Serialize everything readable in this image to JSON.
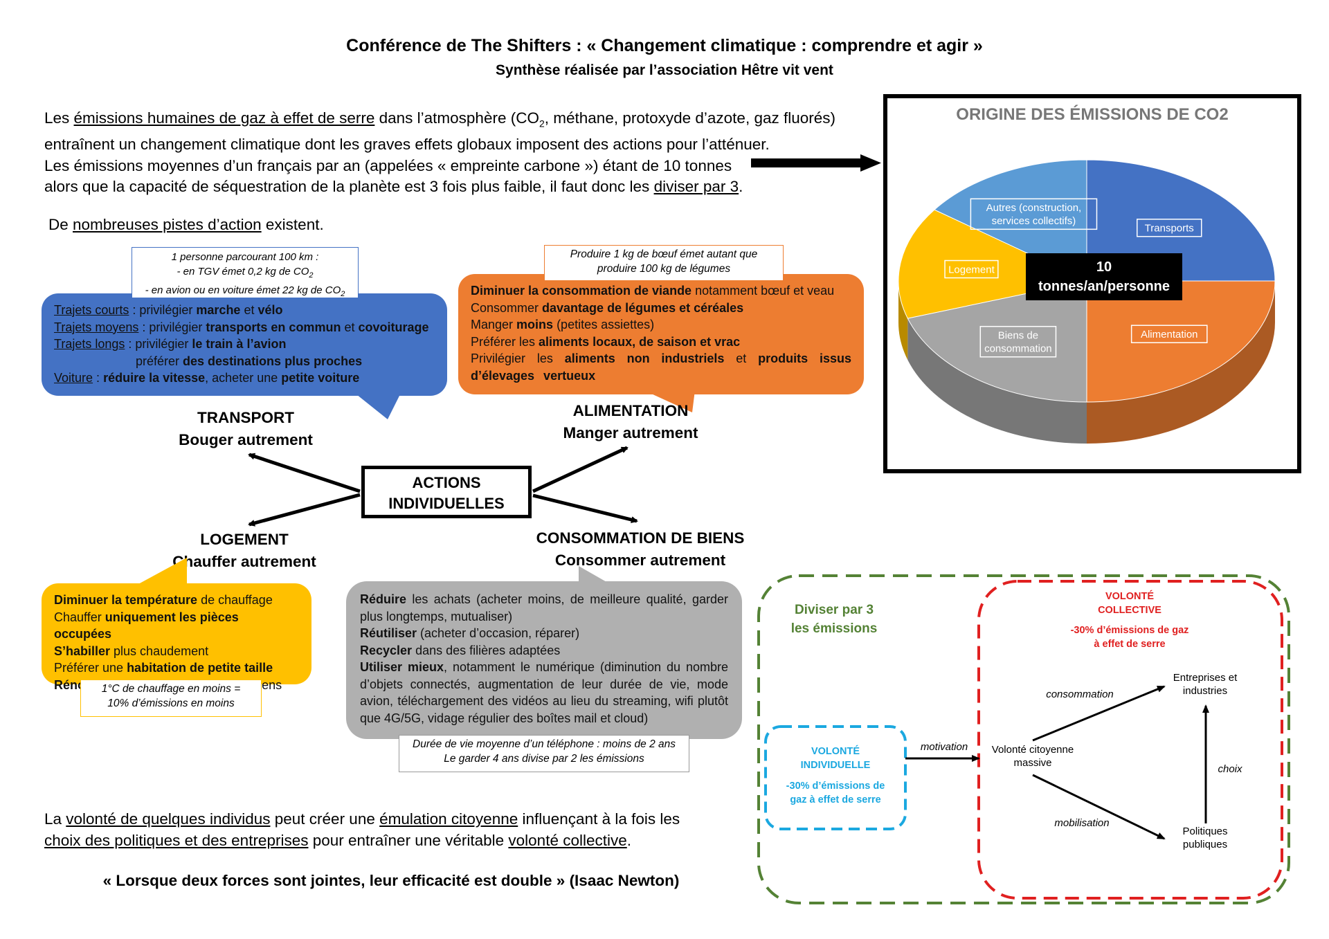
{
  "title": "Conférence de The Shifters : « Changement climatique : comprendre et agir »",
  "subtitle": "Synthèse réalisée par l’association Hêtre vit vent",
  "intro": {
    "l1_a": "Les ",
    "l1_u": "émissions humaines de gaz à effet de serre",
    "l1_b": " dans l’atmosphère (CO",
    "l1_sub": "2",
    "l1_c": ", méthane, protoxyde d’azote, gaz fluorés)",
    "l2": "entraînent un changement climatique dont les graves effets globaux imposent des actions pour l’atténuer.",
    "l3": "Les émissions moyennes d’un français par an (appelées « empreinte carbone ») étant de 10 tonnes",
    "l4_a": "alors que la capacité de séquestration de la planète est 3 fois plus faible, il faut donc les ",
    "l4_u": "diviser par 3",
    "l4_b": ".",
    "l5_a": "De ",
    "l5_u": "nombreuses pistes d’action",
    "l5_b": " existent."
  },
  "transport": {
    "note_l1": "1 personne parcourant 100 km :",
    "note_l2": "- en TGV émet 0,2 kg de CO",
    "note_l3": "- en avion ou en voiture émet 22 kg de CO",
    "sub2": "2",
    "r1_u": "Trajets courts",
    "r1_a": " : privilégier ",
    "r1_b": "marche",
    "r1_c": " et ",
    "r1_d": "vélo",
    "r2_u": "Trajets moyens",
    "r2_a": " : privilégier ",
    "r2_b": "transports en commun",
    "r2_c": " et ",
    "r2_d": "covoiturage",
    "r3_u": "Trajets longs",
    "r3_a": " : privilégier ",
    "r3_b": "le train à l’avion",
    "r4_a": "préférer ",
    "r4_b": "des destinations plus proches",
    "r5_u": "Voiture",
    "r5_a": " : ",
    "r5_b": "réduire la vitesse",
    "r5_c": ", acheter une ",
    "r5_d": "petite voiture",
    "cat_l1": "TRANSPORT",
    "cat_l2": "Bouger autrement"
  },
  "alimentation": {
    "note_l1": "Produire 1 kg de bœuf émet autant que",
    "note_l2": "produire 100 kg de légumes",
    "r1_b": "Diminuer la consommation de viande",
    "r1_a": " notamment bœuf et veau",
    "r2_a": "Consommer ",
    "r2_b": "davantage de légumes et céréales",
    "r3_a": "Manger ",
    "r3_b": "moins",
    "r3_c": " (petites assiettes)",
    "r4_a": "Préférer les ",
    "r4_b": "aliments locaux, de saison et vrac",
    "r5_a": "Privilégier les ",
    "r5_b": "aliments non industriels",
    "r5_c": " et ",
    "r5_d": "produits issus d’élevages vertueux",
    "cat_l1": "ALIMENTATION",
    "cat_l2": "Manger autrement"
  },
  "center": {
    "l1": "ACTIONS",
    "l2": "INDIVIDUELLES"
  },
  "logement": {
    "cat_l1": "LOGEMENT",
    "cat_l2": "Chauffer autrement",
    "r1_b": "Diminuer la température",
    "r1_a": " de chauffage",
    "r2_a": "Chauffer ",
    "r2_b": "uniquement les pièces occupées",
    "r3_b": "S’habiller",
    "r3_a": " plus chaudement",
    "r4_a": "Préférer une ",
    "r4_b": "habitation de petite taille",
    "r5_b": "Rénover et isoler",
    "r5_a": " les logements anciens",
    "note_l1": "1°C de chauffage en moins =",
    "note_l2": "10% d’émissions en moins"
  },
  "biens": {
    "cat_l1": "CONSOMMATION DE BIENS",
    "cat_l2": "Consommer autrement",
    "r1_b": "Réduire",
    "r1_a": " les achats (acheter moins, de meilleure qualité, garder plus longtemps, mutualiser)",
    "r2_b": "Réutiliser",
    "r2_a": " (acheter d’occasion, réparer)",
    "r3_b": "Recycler",
    "r3_a": " dans des filières adaptées",
    "r4_b": "Utiliser mieux",
    "r4_a": ", notamment le numérique (diminution du nombre d’objets connectés, augmentation de leur durée de vie, mode avion, téléchargement des vidéos au lieu du streaming, wifi plutôt que 4G/5G, vidage régulier des boîtes mail et cloud)",
    "note_l1": "Durée de vie moyenne d’un téléphone : moins de 2 ans",
    "note_l2": "Le garder 4 ans divise par 2 les émissions"
  },
  "chart_data": {
    "type": "pie",
    "title": "ORIGINE DES ÉMISSIONS DE CO2",
    "center_label_l1": "10",
    "center_label_l2": "tonnes/an/personne",
    "slices": [
      {
        "label": "Transports",
        "value": 25,
        "color": "#4472c4"
      },
      {
        "label": "Alimentation",
        "value": 25,
        "color": "#ed7d31"
      },
      {
        "label": "Biens de consommation",
        "value": 20,
        "color": "#a5a5a5"
      },
      {
        "label": "Logement",
        "value": 15,
        "color": "#ffc000"
      },
      {
        "label": "Autres (construction, services collectifs)",
        "value": 15,
        "color": "#5b9bd5"
      }
    ],
    "label_lines": {
      "Transports": [
        "Transports"
      ],
      "Alimentation": [
        "Alimentation"
      ],
      "Biens de consommation": [
        "Biens de",
        "consommation"
      ],
      "Logement": [
        "Logement"
      ],
      "Autres (construction, services collectifs)": [
        "Autres (construction,",
        "services collectifs)"
      ]
    }
  },
  "collective": {
    "green_l1": "Diviser par 3",
    "green_l2": "les émissions",
    "red_l1": "VOLONTÉ",
    "red_l2": "COLLECTIVE",
    "red_l3": "-30% d’émissions de gaz",
    "red_l4": "à effet de serre",
    "blue_l1": "VOLONTÉ",
    "blue_l2": "INDIVIDUELLE",
    "blue_l3": "-30% d’émissions de",
    "blue_l4": "gaz à effet de serre",
    "motivation": "motivation",
    "citizen_l1": "Volonté citoyenne",
    "citizen_l2": "massive",
    "consommation": "consommation",
    "mobilisation": "mobilisation",
    "choix": "choix",
    "companies_l1": "Entreprises et",
    "companies_l2": "industries",
    "policies_l1": "Politiques",
    "policies_l2": "publiques",
    "color_green": "#548235",
    "color_red": "#e02020",
    "color_blue": "#1ba8e0"
  },
  "conclusion": {
    "l1_a": "La ",
    "l1_u1": "volonté de quelques individus",
    "l1_b": " peut créer une ",
    "l1_u2": "émulation citoyenne",
    "l1_c": " influençant à la fois les",
    "l2_u1": "choix des politiques et des entreprises",
    "l2_a": " pour entraîner une véritable ",
    "l2_u2": "volonté collective",
    "l2_b": ".",
    "quote": "« Lorsque deux forces sont jointes, leur efficacité est double » (Isaac Newton)"
  }
}
